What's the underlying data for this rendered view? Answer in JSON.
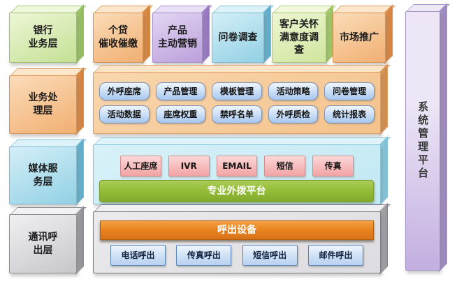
{
  "diagram": {
    "side_bar": {
      "label": "系统管理平台"
    },
    "business_layer": {
      "label": "银行\n业务层",
      "boxes": [
        "个贷\n催收催缴",
        "产品\n主动营销",
        "问卷调查",
        "客户关怀\n满意度调\n查",
        "市场推广"
      ]
    },
    "process_layer": {
      "label": "业务处\n理层",
      "modules_row1": [
        "外呼座席",
        "产品管理",
        "模板管理",
        "活动策略",
        "问卷管理"
      ],
      "modules_row2": [
        "活动数据",
        "座席权重",
        "禁呼名单",
        "外呼质检",
        "统计报表"
      ]
    },
    "media_layer": {
      "label": "媒体服\n务层",
      "channels": [
        "人工座席",
        "IVR",
        "EMAIL",
        "短信",
        "传真"
      ],
      "platform_bar": "专业外拨平台"
    },
    "telecom_layer": {
      "label": "通讯呼\n出层",
      "device_bar": "呼出设备",
      "outputs": [
        "电话呼出",
        "传真呼出",
        "短信呼出",
        "邮件呼出"
      ]
    },
    "colors": {
      "bank_green": "#c4e094",
      "collect_orange": "#f1af72",
      "marketing_purple": "#bb9fdb",
      "survey_cyan": "#92d0e4",
      "care_lightgreen": "#cfe59e",
      "promo_orange": "#f1af72",
      "system_lavender": "#c3afe0",
      "process_container": "#f4c28c",
      "module_button_blue": "#a7c6ed",
      "media_container": "#c2e9f4",
      "channel_pink": "#f2a3a3",
      "platform_green": "#94bd3a",
      "telecom_container": "#dddce0",
      "device_orange": "#e8821e",
      "output_button_blue": "#b7d2f0"
    }
  }
}
